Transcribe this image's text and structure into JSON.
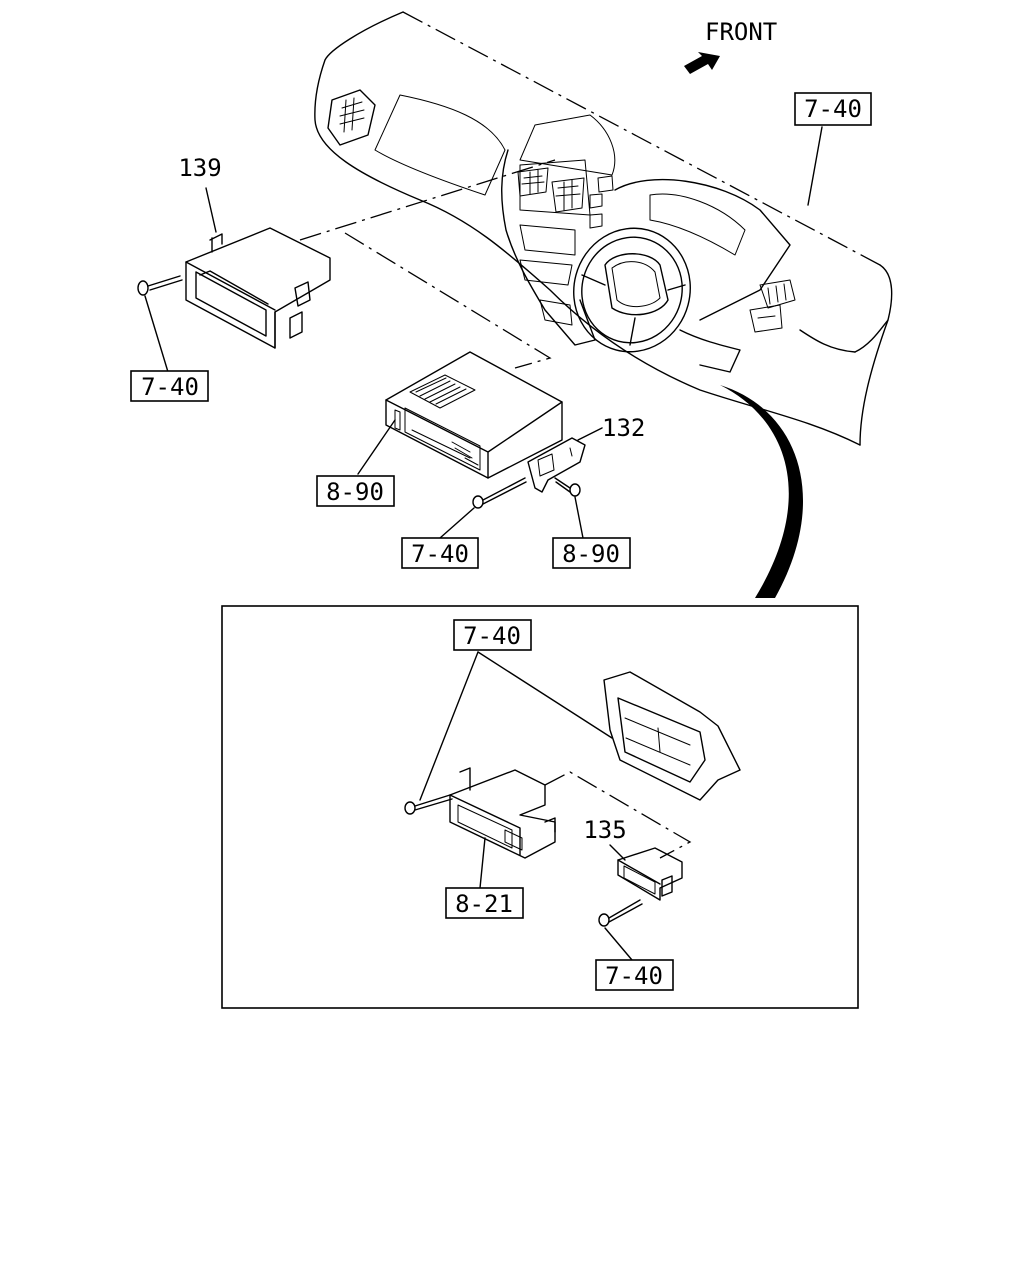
{
  "direction_label": "FRONT",
  "callouts": {
    "dash_ref": "7-40",
    "pocket_num": "139",
    "screw_left": "7-40",
    "radio_ref": "8-90",
    "bracket_num": "132",
    "screw_bottom": "7-40",
    "screw_bracket": "8-90",
    "inset_panel_ref": "7-40",
    "inset_unit_ref": "8-21",
    "inset_pocket_num": "135",
    "inset_screw": "7-40"
  }
}
